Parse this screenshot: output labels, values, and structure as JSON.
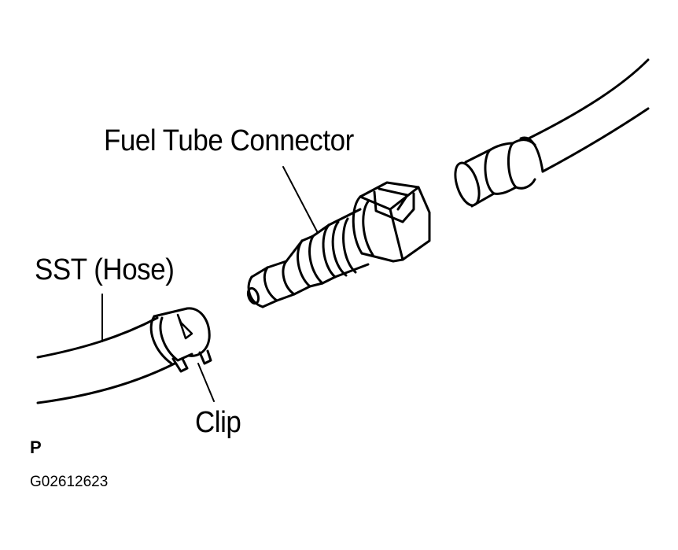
{
  "labels": {
    "fuel_tube_connector": "Fuel Tube Connector",
    "sst_hose": "SST (Hose)",
    "clip": "Clip",
    "view_letter": "P",
    "figure_code": "G02612623"
  },
  "colors": {
    "ink": "#000000",
    "paper": "#ffffff"
  }
}
